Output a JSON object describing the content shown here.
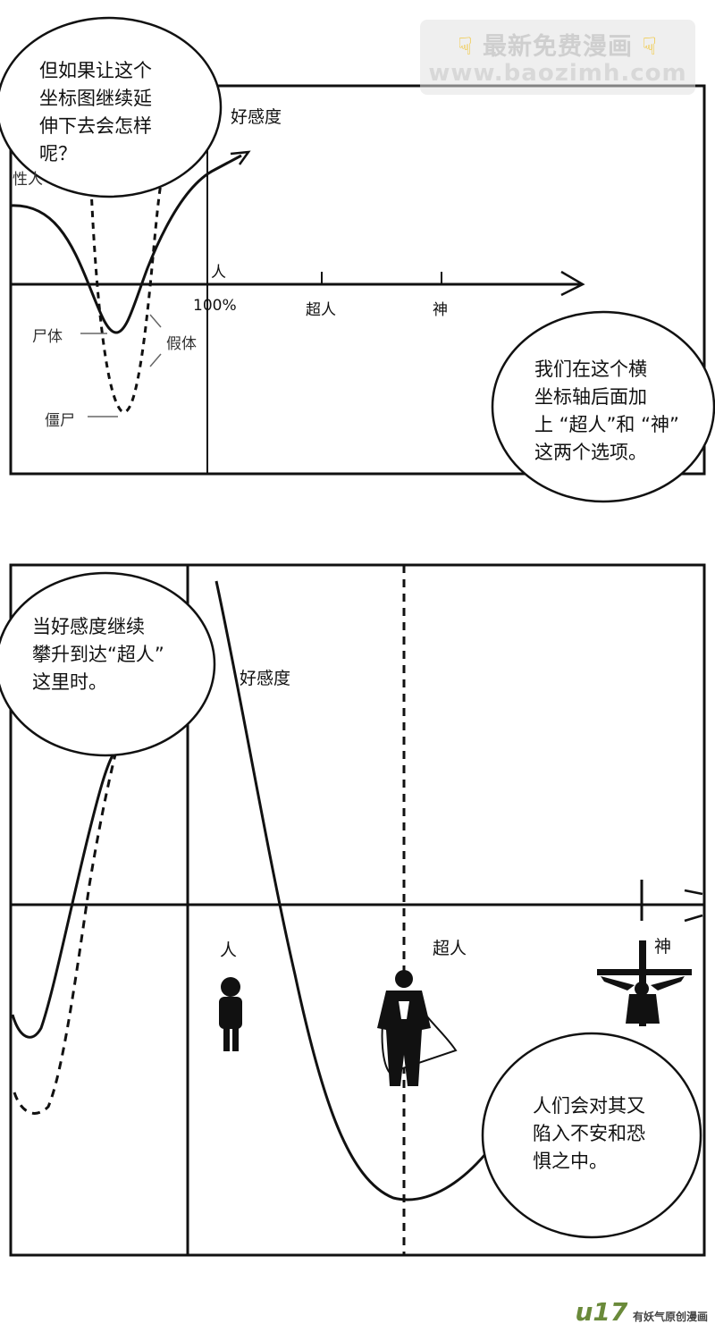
{
  "panel1": {
    "bubble_top": "但如果让这个\n坐标图继续延\n伸下去会怎样\n呢？",
    "y_axis_label": "好感度",
    "x_tick_human": "人",
    "x_tick_100": "100%",
    "x_tick_superman": "超人",
    "x_tick_god": "神",
    "label_corpse": "尸体",
    "label_fake": "假体",
    "label_zombie": "僵尸",
    "label_partial": "性人",
    "bubble_right": "我们在这个横\n坐标轴后面加\n上 “超人”和 “神”\n这两个选项。"
  },
  "panel2": {
    "bubble_left": "当好感度继续\n攀升到达“超人”\n这里时。",
    "y_axis_label": "好感度",
    "x_label_human": "人",
    "x_label_superman": "超人",
    "x_label_god": "神",
    "bubble_right": "人们会对其又\n陷入不安和恐\n惧之中。"
  },
  "watermark_top": {
    "line1": "最新免费漫画",
    "line2": "www.baozimh.com",
    "hand_icon": "pointing-hand-icon"
  },
  "watermark_bottom": {
    "logo": "u17",
    "sub": "有妖气原创漫画"
  }
}
